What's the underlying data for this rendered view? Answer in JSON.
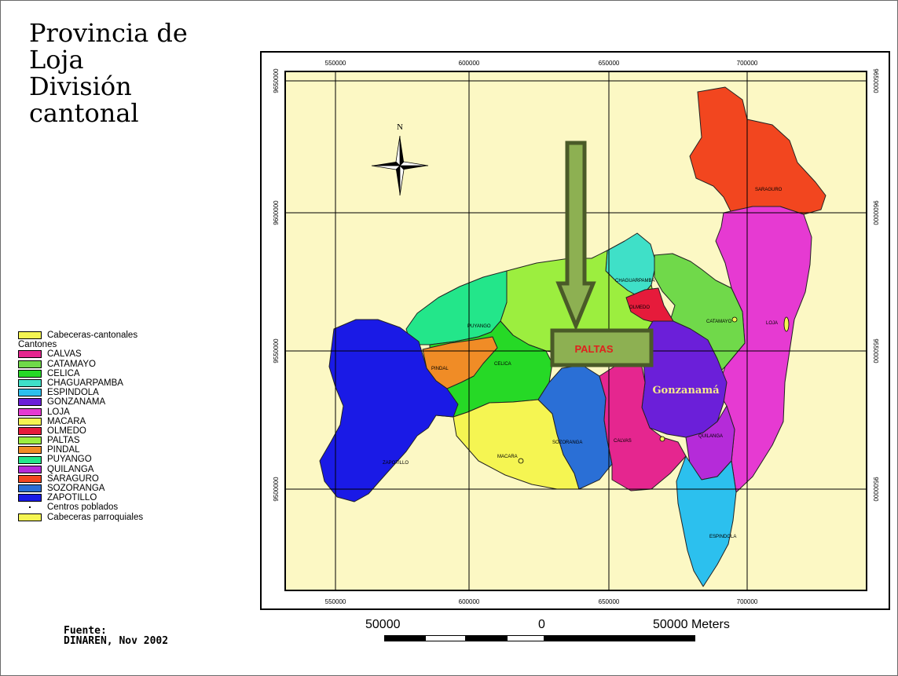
{
  "title": {
    "lines": [
      "Provincia de",
      "Loja",
      "División",
      "cantonal"
    ]
  },
  "legend": {
    "cabeceras_cantonales": "Cabeceras-cantonales",
    "cantones_heading": "Cantones",
    "cantones": [
      {
        "label": "CALVAS",
        "color": "#e5268f"
      },
      {
        "label": "CATAMAYO",
        "color": "#70d94a"
      },
      {
        "label": "CELICA",
        "color": "#26d926"
      },
      {
        "label": "CHAGUARPAMBA",
        "color": "#3fe0c8"
      },
      {
        "label": "ESPINDOLA",
        "color": "#2cc0ee"
      },
      {
        "label": "GONZANAMA",
        "color": "#6b1fd9"
      },
      {
        "label": "LOJA",
        "color": "#e63ad2"
      },
      {
        "label": "MACARA",
        "color": "#f5f552"
      },
      {
        "label": "OLMEDO",
        "color": "#e61b3b"
      },
      {
        "label": "PALTAS",
        "color": "#9cee3f"
      },
      {
        "label": "PINDAL",
        "color": "#f08c26"
      },
      {
        "label": "PUYANGO",
        "color": "#23e68a"
      },
      {
        "label": "QUILANGA",
        "color": "#b52bd9"
      },
      {
        "label": "SARAGURO",
        "color": "#f2461f"
      },
      {
        "label": "SOZORANGA",
        "color": "#2a6fd6"
      },
      {
        "label": "ZAPOTILLO",
        "color": "#1a1ae6"
      }
    ],
    "centros_poblados": "Centros poblados",
    "cabeceras_parroquiales": "Cabeceras parroquiales",
    "cabecera_color": "#f5f552"
  },
  "source": {
    "line1": "Fuente:",
    "line2": "DINAREN, Nov 2002"
  },
  "map": {
    "background": "#fcf8c4",
    "north_label": "N",
    "x_ticks": [
      "550000",
      "600000",
      "650000",
      "700000"
    ],
    "y_ticks": [
      "9650000",
      "9600000",
      "9550000",
      "9500000"
    ],
    "callout_label": "PALTAS",
    "callout_label_color": "#e0211e",
    "callout_fill": "#8db052",
    "canton_labels": [
      "SARAGURO",
      "CHAGUARPAMBA",
      "OLMEDO",
      "CATAMAYO",
      "LOJA",
      "PUYANGO",
      "PINDAL",
      "CELICA",
      "SOZORANGA",
      "MACARA",
      "CALVAS",
      "QUILANGA",
      "ZAPOTILLO",
      "ESPINDOLA"
    ],
    "gonzanama_label": "Gonzanamá"
  },
  "scale": {
    "left_label": "50000",
    "center_label": "0",
    "right_label": "50000 Meters"
  }
}
